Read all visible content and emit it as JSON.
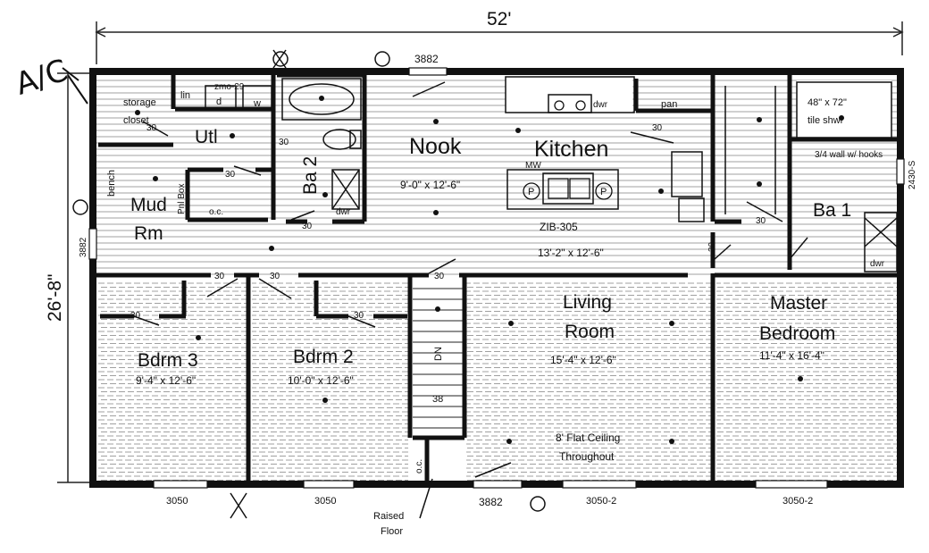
{
  "overall": {
    "width": "52'",
    "depth": "26'-8\""
  },
  "annotation": {
    "handwritten": "A/C"
  },
  "rooms": {
    "nook": "Nook",
    "kitchen": "Kitchen",
    "nook_kitchen_dim": "9'-0\" x 12'-6\"",
    "great_dim": "13'-2\" x 12'-6\"",
    "island_code": "ZIB-305",
    "mud_1": "Mud",
    "mud_2": "Rm",
    "utl": "Utl",
    "ba2": "Ba 2",
    "ba1": "Ba 1",
    "bdrm3": "Bdrm 3",
    "bdrm3_dim": "9'-4\" x 12'-6\"",
    "bdrm2": "Bdrm 2",
    "bdrm2_dim": "10'-0\" x 12'-6\"",
    "living_1": "Living",
    "living_2": "Room",
    "living_dim": "15'-4\" x 12'-6\"",
    "master_1": "Master",
    "master_2": "Bedroom",
    "master_dim": "11'-4\" x 16'-4\""
  },
  "labels": {
    "storage": "storage",
    "closet": "closet",
    "lin": "lin",
    "zmo": "zmo-29",
    "d": "d",
    "w": "w",
    "dwr": "dwr",
    "pan": "pan",
    "tile_shwr_1": "48\" x 72\"",
    "tile_shwr_2": "tile shwr",
    "wall_hooks": "3/4 wall w/ hooks",
    "bench": "bench",
    "pnl_box": "Pnl Box",
    "oc": "o.c.",
    "dn": "DN",
    "stairs_38": "38",
    "flat_ceiling_1": "8' Flat Ceiling",
    "flat_ceiling_2": "Throughout",
    "raised_1": "Raised",
    "raised_2": "Floor",
    "p": "P",
    "mw": "MW"
  },
  "door_widths": [
    "30",
    "30",
    "30",
    "30",
    "30",
    "30",
    "30",
    "30",
    "30",
    "30",
    "30",
    "30"
  ],
  "windows": {
    "top_nook": "3882",
    "left_mud": "3882",
    "right_ba1": "2430-S",
    "bdrm3": "3050",
    "bdrm2": "3050",
    "living_front": "3882",
    "living": "3050-2",
    "master": "3050-2"
  }
}
